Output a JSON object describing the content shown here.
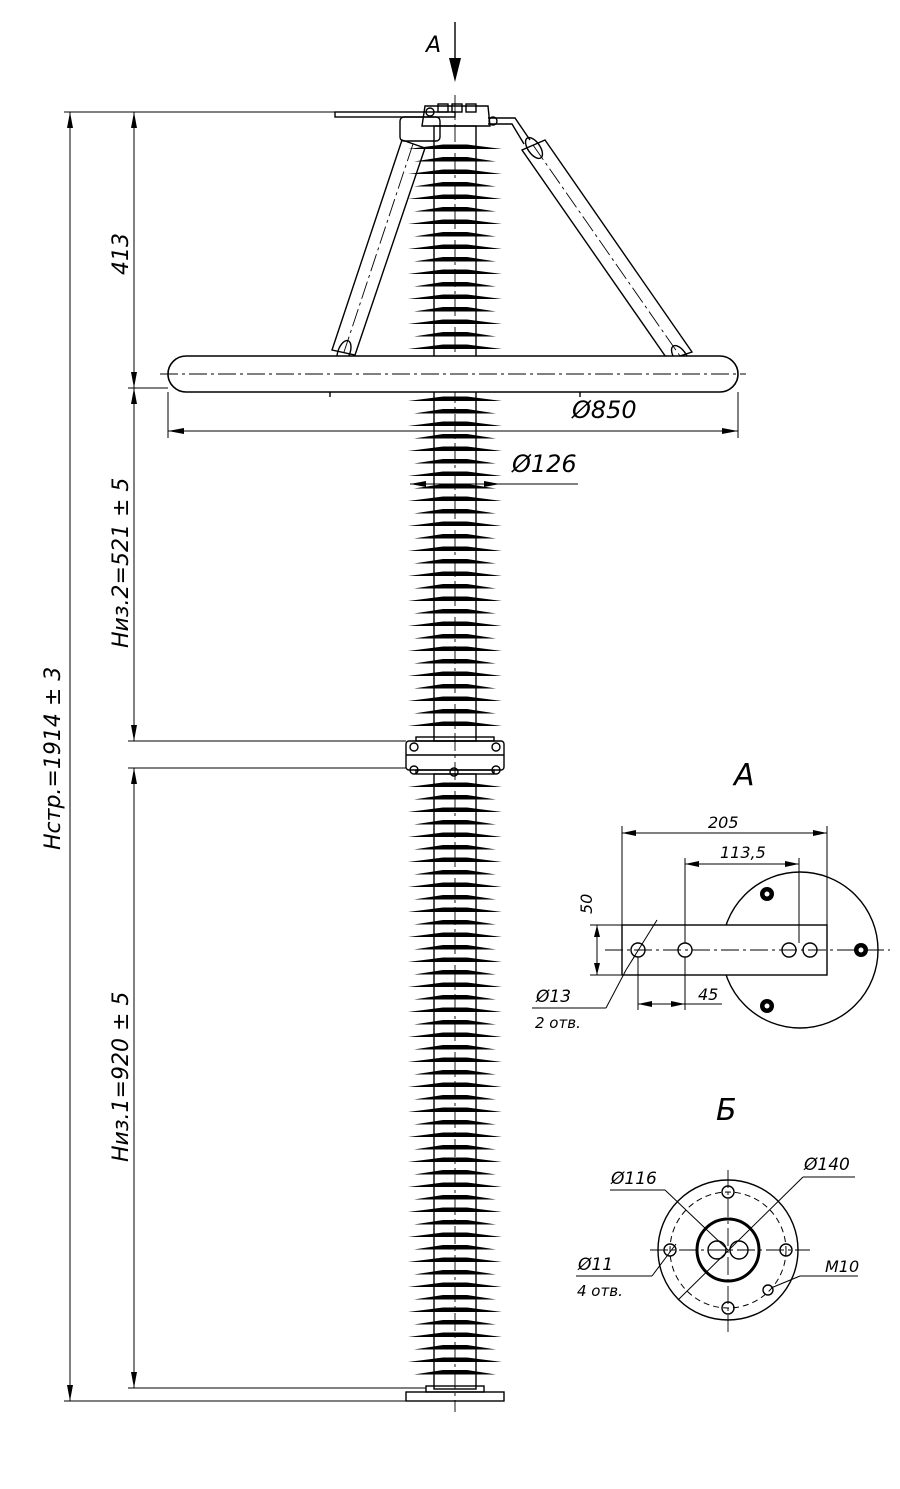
{
  "view_a_arrow": "A",
  "dims": {
    "top_height": "413",
    "ring_diameter": "Ø850",
    "insulator_diameter": "Ø126",
    "h_iz2": "Низ.2=521 ± 5",
    "h_iz1": "Низ.1=920 ± 5",
    "h_str": "Нстр.=1914 ± 3"
  },
  "view_a": {
    "title": "A",
    "dim_205": "205",
    "dim_113_5": "113,5",
    "dim_50": "50",
    "dim_45": "45",
    "hole_d": "Ø13",
    "hole_count": "2 отв."
  },
  "view_b": {
    "title": "Б",
    "dim_116": "Ø116",
    "dim_140": "Ø140",
    "hole_d": "Ø11",
    "hole_count": "4 отв.",
    "thread": "M10"
  }
}
